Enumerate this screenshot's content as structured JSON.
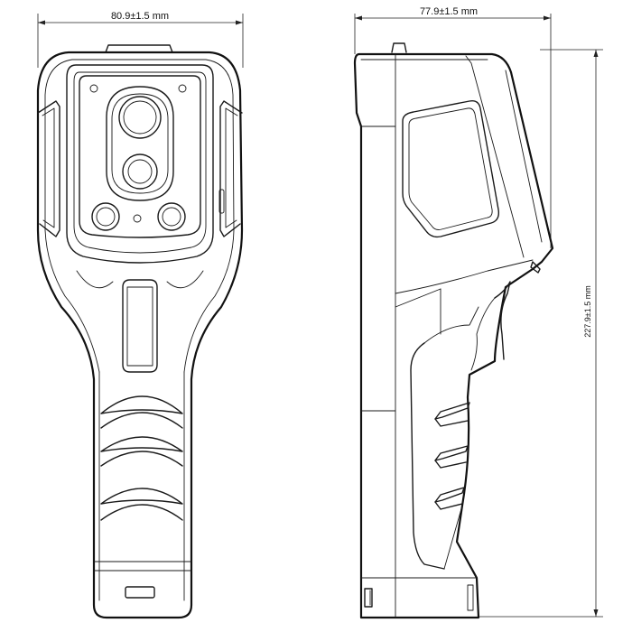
{
  "dimensions": {
    "width": "80.9±1.5 mm",
    "depth": "77.9±1.5 mm",
    "height": "227.9±1.5 mm"
  }
}
